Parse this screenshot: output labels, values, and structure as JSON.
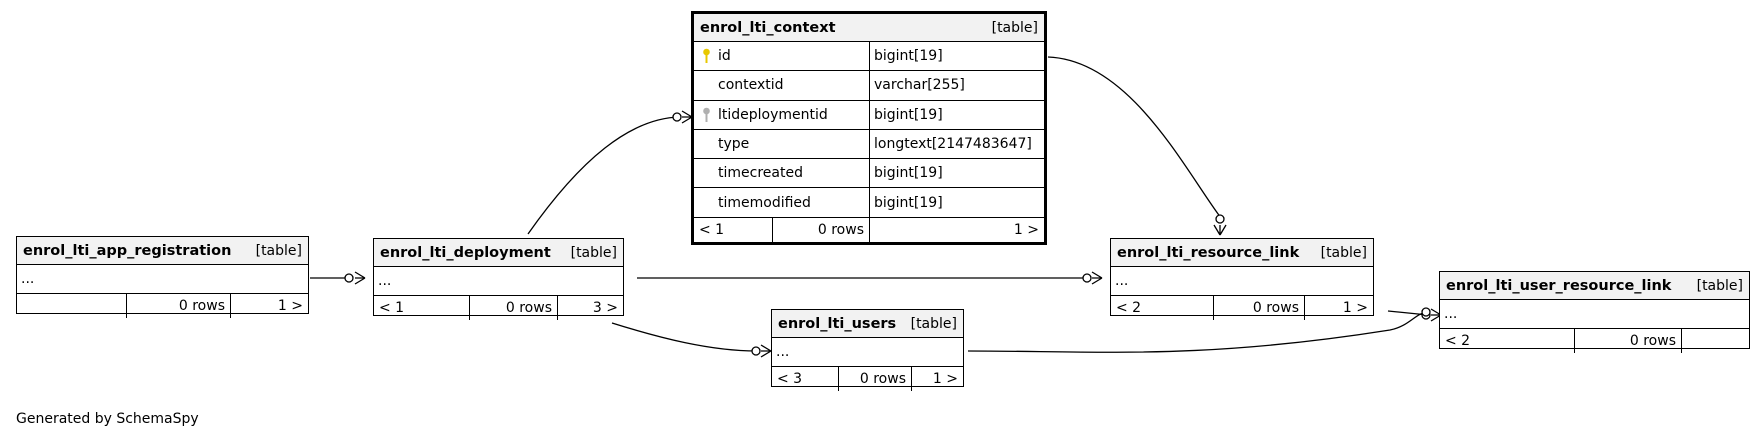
{
  "caption": "Generated by SchemaSpy",
  "tables": {
    "context": {
      "name": "enrol_lti_context",
      "type": "[table]",
      "columns": [
        {
          "name": "id",
          "type": "bigint[19]",
          "key": "primary"
        },
        {
          "name": "contextid",
          "type": "varchar[255]",
          "key": ""
        },
        {
          "name": "ltideploymentid",
          "type": "bigint[19]",
          "key": "foreign"
        },
        {
          "name": "type",
          "type": "longtext[2147483647]",
          "key": ""
        },
        {
          "name": "timecreated",
          "type": "bigint[19]",
          "key": ""
        },
        {
          "name": "timemodified",
          "type": "bigint[19]",
          "key": ""
        }
      ],
      "footer": {
        "parents": "< 1",
        "rows": "0 rows",
        "children": "1 >"
      }
    },
    "app_registration": {
      "name": "enrol_lti_app_registration",
      "type": "[table]",
      "ellipsis": "...",
      "footer": {
        "parents": "",
        "rows": "0 rows",
        "children": "1 >"
      }
    },
    "deployment": {
      "name": "enrol_lti_deployment",
      "type": "[table]",
      "ellipsis": "...",
      "footer": {
        "parents": "< 1",
        "rows": "0 rows",
        "children": "3 >"
      }
    },
    "users": {
      "name": "enrol_lti_users",
      "type": "[table]",
      "ellipsis": "...",
      "footer": {
        "parents": "< 3",
        "rows": "0 rows",
        "children": "1 >"
      }
    },
    "resource_link": {
      "name": "enrol_lti_resource_link",
      "type": "[table]",
      "ellipsis": "...",
      "footer": {
        "parents": "< 2",
        "rows": "0 rows",
        "children": "1 >"
      }
    },
    "user_resource_link": {
      "name": "enrol_lti_user_resource_link",
      "type": "[table]",
      "ellipsis": "...",
      "footer": {
        "parents": "< 2",
        "rows": "0 rows",
        "children": ""
      }
    }
  },
  "colors": {
    "primary_key": "#e8c800",
    "foreign_key": "#b0b0b0",
    "header_bg": "#f2f2f2"
  }
}
